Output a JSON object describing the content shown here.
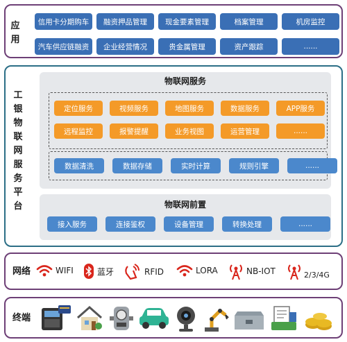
{
  "application": {
    "label": "应用",
    "row1": [
      "信用卡分期购车",
      "融资押品管理",
      "现金要素管理",
      "档案管理",
      "机房监控"
    ],
    "row2": [
      "汽车供应链融资",
      "企业经营情况",
      "贵金属管理",
      "资产跟踪",
      "......"
    ]
  },
  "platform": {
    "label": "工银物联网服务平台",
    "services_title": "物联网服务",
    "services_row1": [
      "定位服务",
      "视频服务",
      "地图服务",
      "数据服务",
      "APP服务"
    ],
    "services_row2": [
      "远程监控",
      "报警提醒",
      "业务视图",
      "运营管理",
      "......"
    ],
    "data_row": [
      "数据清洗",
      "数据存储",
      "实时计算",
      "规则引擎",
      "......"
    ],
    "front_title": "物联网前置",
    "front_row": [
      "接入服务",
      "连接鉴权",
      "设备管理",
      "转换处理",
      "......"
    ]
  },
  "network": {
    "label": "网络",
    "items": [
      {
        "name": "WIFI",
        "icon": "wifi-icon"
      },
      {
        "name": "蓝牙",
        "icon": "bluetooth-icon"
      },
      {
        "name": "RFID",
        "icon": "rfid-icon"
      },
      {
        "name": "LORA",
        "icon": "lora-icon"
      },
      {
        "name": "NB-IOT",
        "icon": "antenna-icon"
      },
      {
        "name": "2/3/4G",
        "icon": "cellular-icon"
      }
    ]
  },
  "terminal": {
    "label": "终端",
    "icons": [
      "pos-terminal-icon",
      "smart-home-icon",
      "smart-meter-icon",
      "car-icon",
      "camera-icon",
      "robot-arm-icon",
      "safe-box-icon",
      "document-scanner-icon",
      "gold-coins-icon"
    ]
  },
  "colors": {
    "purple": "#6d3f76",
    "teal": "#2b6e86",
    "blue": "#3a6fb5",
    "orange": "#f49a28",
    "red": "#d9261c"
  }
}
